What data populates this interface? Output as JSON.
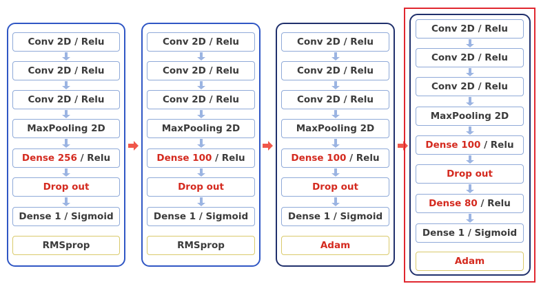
{
  "colors": {
    "column_border_blue": "#2f56c4",
    "column_border_navy": "#1f2f6b",
    "box_border": "#8ea9d8",
    "optimizer_border": "#d9c96a",
    "arrow_light": "#9bb4e2",
    "arrow_orange": "#f0574a",
    "highlight_red": "#e0262e",
    "text_dark": "#3b3b3b",
    "text_red": "#d42a1f"
  },
  "columns": [
    {
      "layers": [
        {
          "parts": [
            {
              "text": "Conv 2D / Relu"
            }
          ]
        },
        {
          "parts": [
            {
              "text": "Conv 2D / Relu"
            }
          ]
        },
        {
          "parts": [
            {
              "text": "Conv 2D / Relu"
            }
          ]
        },
        {
          "parts": [
            {
              "text": "MaxPooling 2D"
            }
          ]
        },
        {
          "parts": [
            {
              "text": "Dense 256",
              "red": true
            },
            {
              "text": " / Relu"
            }
          ]
        },
        {
          "parts": [
            {
              "text": "Drop out",
              "red": true
            }
          ]
        },
        {
          "parts": [
            {
              "text": "Dense 1 / Sigmoid"
            }
          ]
        }
      ],
      "optimizer": {
        "text": "RMSprop",
        "red": false
      }
    },
    {
      "layers": [
        {
          "parts": [
            {
              "text": "Conv 2D / Relu"
            }
          ]
        },
        {
          "parts": [
            {
              "text": "Conv 2D / Relu"
            }
          ]
        },
        {
          "parts": [
            {
              "text": "Conv 2D / Relu"
            }
          ]
        },
        {
          "parts": [
            {
              "text": "MaxPooling 2D"
            }
          ]
        },
        {
          "parts": [
            {
              "text": "Dense 100",
              "red": true
            },
            {
              "text": " / Relu"
            }
          ]
        },
        {
          "parts": [
            {
              "text": "Drop out",
              "red": true
            }
          ]
        },
        {
          "parts": [
            {
              "text": "Dense 1 / Sigmoid"
            }
          ]
        }
      ],
      "optimizer": {
        "text": "RMSprop",
        "red": false
      }
    },
    {
      "layers": [
        {
          "parts": [
            {
              "text": "Conv 2D / Relu"
            }
          ]
        },
        {
          "parts": [
            {
              "text": "Conv 2D / Relu"
            }
          ]
        },
        {
          "parts": [
            {
              "text": "Conv 2D / Relu"
            }
          ]
        },
        {
          "parts": [
            {
              "text": "MaxPooling 2D"
            }
          ]
        },
        {
          "parts": [
            {
              "text": "Dense 100",
              "red": true
            },
            {
              "text": " / Relu"
            }
          ]
        },
        {
          "parts": [
            {
              "text": "Drop out",
              "red": true
            }
          ]
        },
        {
          "parts": [
            {
              "text": "Dense 1 / Sigmoid"
            }
          ]
        }
      ],
      "optimizer": {
        "text": "Adam",
        "red": true
      }
    },
    {
      "layers": [
        {
          "parts": [
            {
              "text": "Conv 2D / Relu"
            }
          ]
        },
        {
          "parts": [
            {
              "text": "Conv 2D / Relu"
            }
          ]
        },
        {
          "parts": [
            {
              "text": "Conv 2D / Relu"
            }
          ]
        },
        {
          "parts": [
            {
              "text": "MaxPooling 2D"
            }
          ]
        },
        {
          "parts": [
            {
              "text": "Dense 100",
              "red": true
            },
            {
              "text": " / Relu"
            }
          ]
        },
        {
          "parts": [
            {
              "text": "Drop out",
              "red": true
            }
          ]
        },
        {
          "parts": [
            {
              "text": "Dense 80",
              "red": true
            },
            {
              "text": " / Relu"
            }
          ]
        },
        {
          "parts": [
            {
              "text": "Dense 1 / Sigmoid"
            }
          ]
        }
      ],
      "optimizer": {
        "text": "Adam",
        "red": true
      }
    }
  ]
}
